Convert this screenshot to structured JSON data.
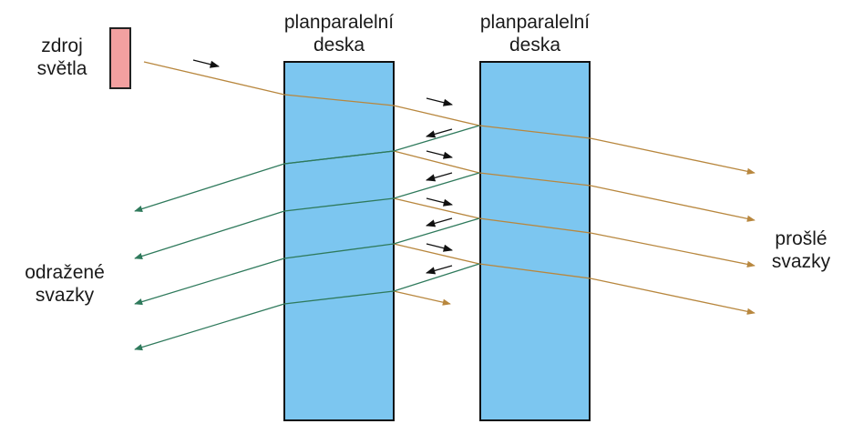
{
  "labels": {
    "source": [
      "zdroj",
      "světla"
    ],
    "plate_left": [
      "planparalelní",
      "deska"
    ],
    "plate_right": [
      "planparalelní",
      "deska"
    ],
    "reflected": [
      "odražené",
      "svazky"
    ],
    "transmitted": [
      "prošlé",
      "svazky"
    ]
  },
  "colors": {
    "plate_fill": "#7cc6f0",
    "plate_border": "#111111",
    "source_fill": "#f2a0a0",
    "beam_forward": "#b8873e",
    "beam_reflected": "#2f7a5c",
    "direction_arrow": "#111111"
  }
}
